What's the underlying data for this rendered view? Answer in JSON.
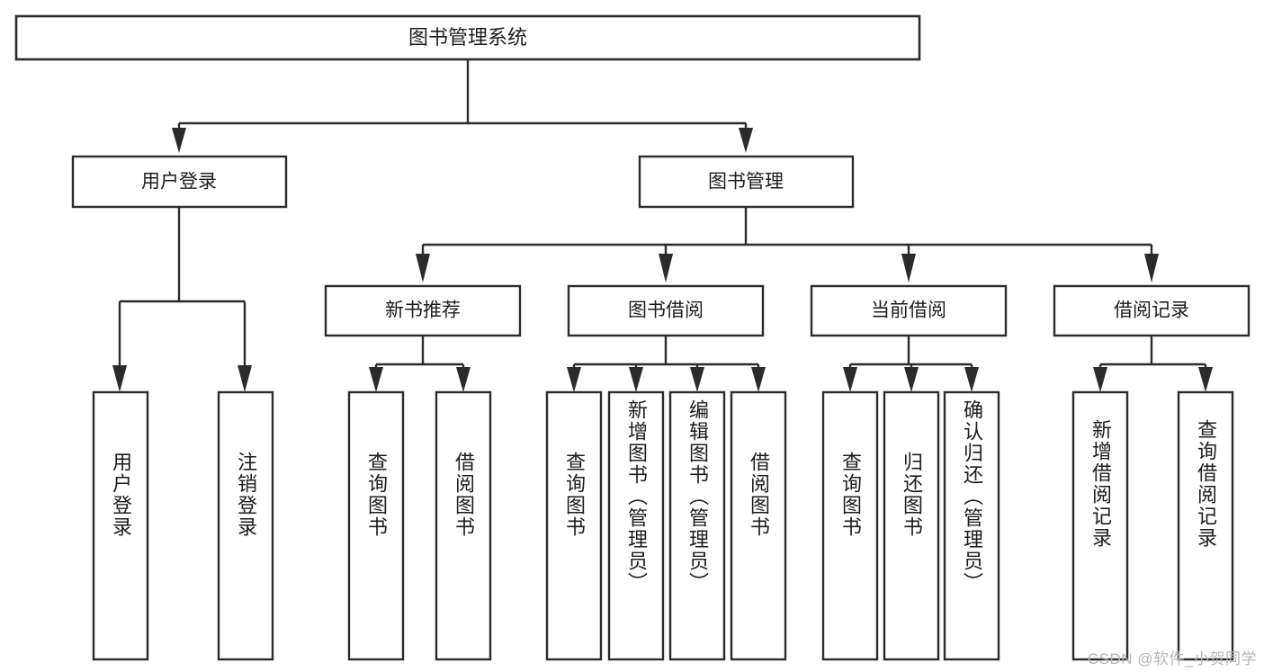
{
  "diagram": {
    "title": "图书管理系统",
    "type": "tree",
    "watermark": "CSDN @软件_小贺同学",
    "colors": {
      "stroke": "#2b2b2b",
      "fill": "#ffffff",
      "text": "#1c1c1c",
      "watermark": "#b6b6b6",
      "background": "#ffffff"
    },
    "nodes": {
      "root": {
        "label": "图书管理系统"
      },
      "level2": [
        {
          "id": "user-login",
          "label": "用户登录"
        },
        {
          "id": "book-manage",
          "label": "图书管理"
        }
      ],
      "level3": [
        {
          "id": "new-book-recommend",
          "label": "新书推荐"
        },
        {
          "id": "book-borrow",
          "label": "图书借阅"
        },
        {
          "id": "current-borrow",
          "label": "当前借阅"
        },
        {
          "id": "borrow-record",
          "label": "借阅记录"
        }
      ],
      "leaves": {
        "user-login": [
          {
            "id": "leaf-user-login",
            "label": "用户登录"
          },
          {
            "id": "leaf-logout-login",
            "label": "注销登录"
          }
        ],
        "new-book-recommend": [
          {
            "id": "leaf-query-book-1",
            "label": "查询图书"
          },
          {
            "id": "leaf-borrow-book-1",
            "label": "借阅图书"
          }
        ],
        "book-borrow": [
          {
            "id": "leaf-query-book-2",
            "label": "查询图书"
          },
          {
            "id": "leaf-add-book",
            "label": "新增图书（管理员）"
          },
          {
            "id": "leaf-edit-book",
            "label": "编辑图书（管理员）"
          },
          {
            "id": "leaf-borrow-book-2",
            "label": "借阅图书"
          }
        ],
        "current-borrow": [
          {
            "id": "leaf-query-book-3",
            "label": "查询图书"
          },
          {
            "id": "leaf-return-book",
            "label": "归还图书"
          },
          {
            "id": "leaf-confirm-return",
            "label": "确认归还（管理员）"
          }
        ],
        "borrow-record": [
          {
            "id": "leaf-add-record",
            "label": "新增借阅记录"
          },
          {
            "id": "leaf-query-record",
            "label": "查询借阅记录"
          }
        ]
      }
    }
  }
}
